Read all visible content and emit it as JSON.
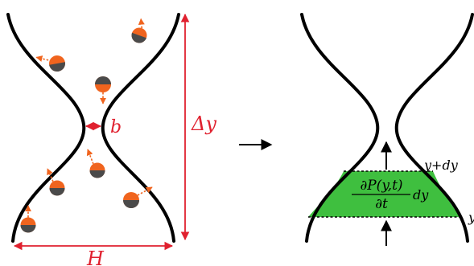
{
  "left_panel": {
    "label_b": "b",
    "label_delta_y": "Δy",
    "label_H": "H"
  },
  "right_panel": {
    "label_y_plus_dy": "y+dy",
    "label_y": "y",
    "fraction_numerator": "∂P(y,t)",
    "fraction_denominator": "∂t",
    "label_dy": "dy"
  },
  "colors": {
    "wall": "#000000",
    "measure": "#e0212f",
    "particle_orange": "#f0641e",
    "particle_dark": "#4a4a4a",
    "fill_green": "#3fbf3f"
  }
}
